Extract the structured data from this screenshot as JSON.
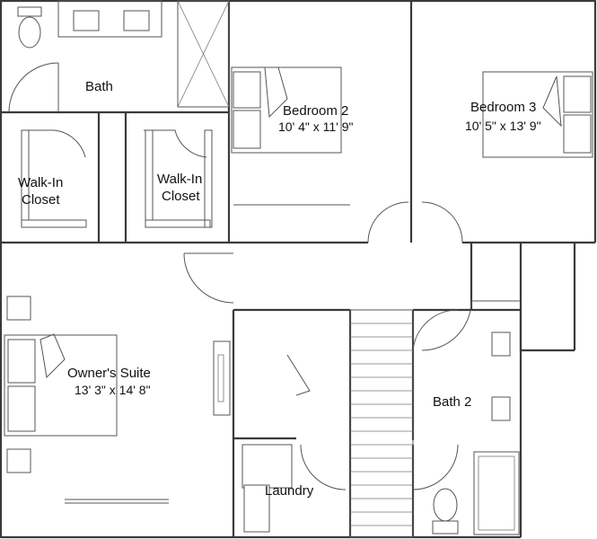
{
  "rooms": {
    "bath": {
      "name": "Bath"
    },
    "walkin_left": {
      "name_line1": "Walk-In",
      "name_line2": "Closet"
    },
    "walkin_right": {
      "name_line1": "Walk-In",
      "name_line2": "Closet"
    },
    "bedroom2": {
      "name": "Bedroom 2",
      "dims": "10' 4\" x 11' 9\""
    },
    "bedroom3": {
      "name": "Bedroom 3",
      "dims": "10' 5\" x 13' 9\""
    },
    "owners_suite": {
      "name": "Owner's Suite",
      "dims": "13' 3\" x 14' 8\""
    },
    "bath2": {
      "name": "Bath 2"
    },
    "laundry": {
      "name": "Laundry"
    }
  }
}
